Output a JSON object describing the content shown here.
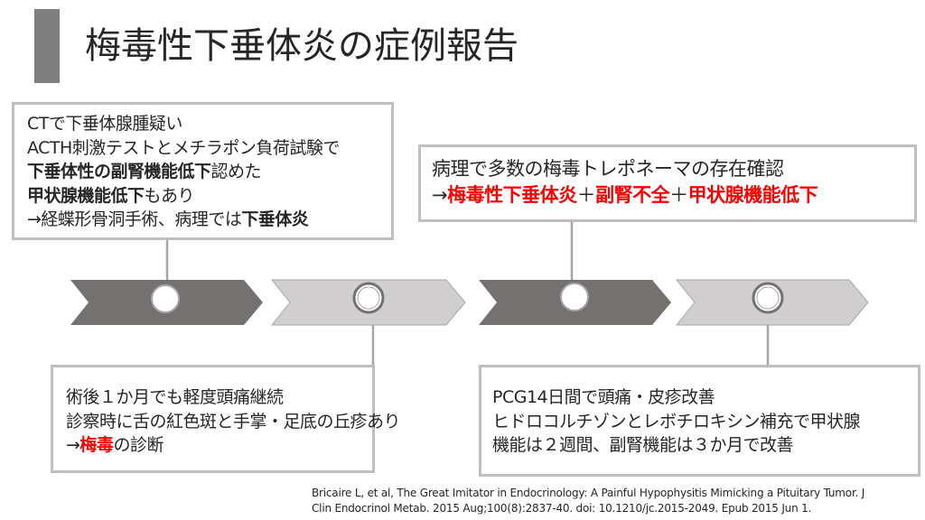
{
  "title": "梅毒性下垂体炎の症例報告",
  "colors": {
    "accent_bar": "#7f7f7f",
    "chevron_dark": "#767171",
    "chevron_light": "#d0cece",
    "box_border": "#bfbfbf",
    "highlight": "#ff0000"
  },
  "events": [
    {
      "lines": [
        [
          {
            "t": "CTで下垂体腺腫疑い",
            "s": "n"
          }
        ],
        [
          {
            "t": "ACTH刺激テストとメチラポン負荷試験で",
            "s": "n"
          }
        ],
        [
          {
            "t": "下垂体性の副腎機能低下",
            "s": "b"
          },
          {
            "t": "認めた",
            "s": "n"
          }
        ],
        [
          {
            "t": "甲状腺機能低下",
            "s": "b"
          },
          {
            "t": "もあり",
            "s": "n"
          }
        ],
        [
          {
            "t": "→経蝶形骨洞手術、病理では",
            "s": "n"
          },
          {
            "t": "下垂体炎",
            "s": "b"
          }
        ]
      ]
    },
    {
      "lines": [
        [
          {
            "t": "術後１か月でも軽度頭痛継続",
            "s": "n"
          }
        ],
        [
          {
            "t": "診察時に舌の紅色斑と手掌・足底の丘疹あり",
            "s": "n"
          }
        ],
        [
          {
            "t": "→",
            "s": "n"
          },
          {
            "t": "梅毒",
            "s": "r"
          },
          {
            "t": "の診断",
            "s": "n"
          }
        ]
      ]
    },
    {
      "lines": [
        [
          {
            "t": "病理で多数の梅毒トレポネーマの存在確認",
            "s": "n"
          }
        ],
        [
          {
            "t": "→",
            "s": "n"
          },
          {
            "t": "梅毒性下垂体炎",
            "s": "r"
          },
          {
            "t": "＋",
            "s": "n"
          },
          {
            "t": "副腎不全",
            "s": "r"
          },
          {
            "t": "＋",
            "s": "n"
          },
          {
            "t": "甲状腺機能低下",
            "s": "r"
          }
        ]
      ]
    },
    {
      "lines": [
        [
          {
            "t": "PCG14日間で頭痛・皮疹改善",
            "s": "n"
          }
        ],
        [
          {
            "t": "ヒドロコルチゾンとレボチロキシン補充で甲状腺",
            "s": "n"
          }
        ],
        [
          {
            "t": "機能は２週間、副腎機能は３か月で改善",
            "s": "n"
          }
        ]
      ]
    }
  ],
  "citation": [
    "Bricaire L, et al, The Great Imitator in Endocrinology: A Painful Hypophysitis Mimicking a Pituitary Tumor. J",
    "Clin Endocrinol Metab. 2015 Aug;100(8):2837-40. doi: 10.1210/jc.2015-2049. Epub 2015 Jun 1."
  ]
}
